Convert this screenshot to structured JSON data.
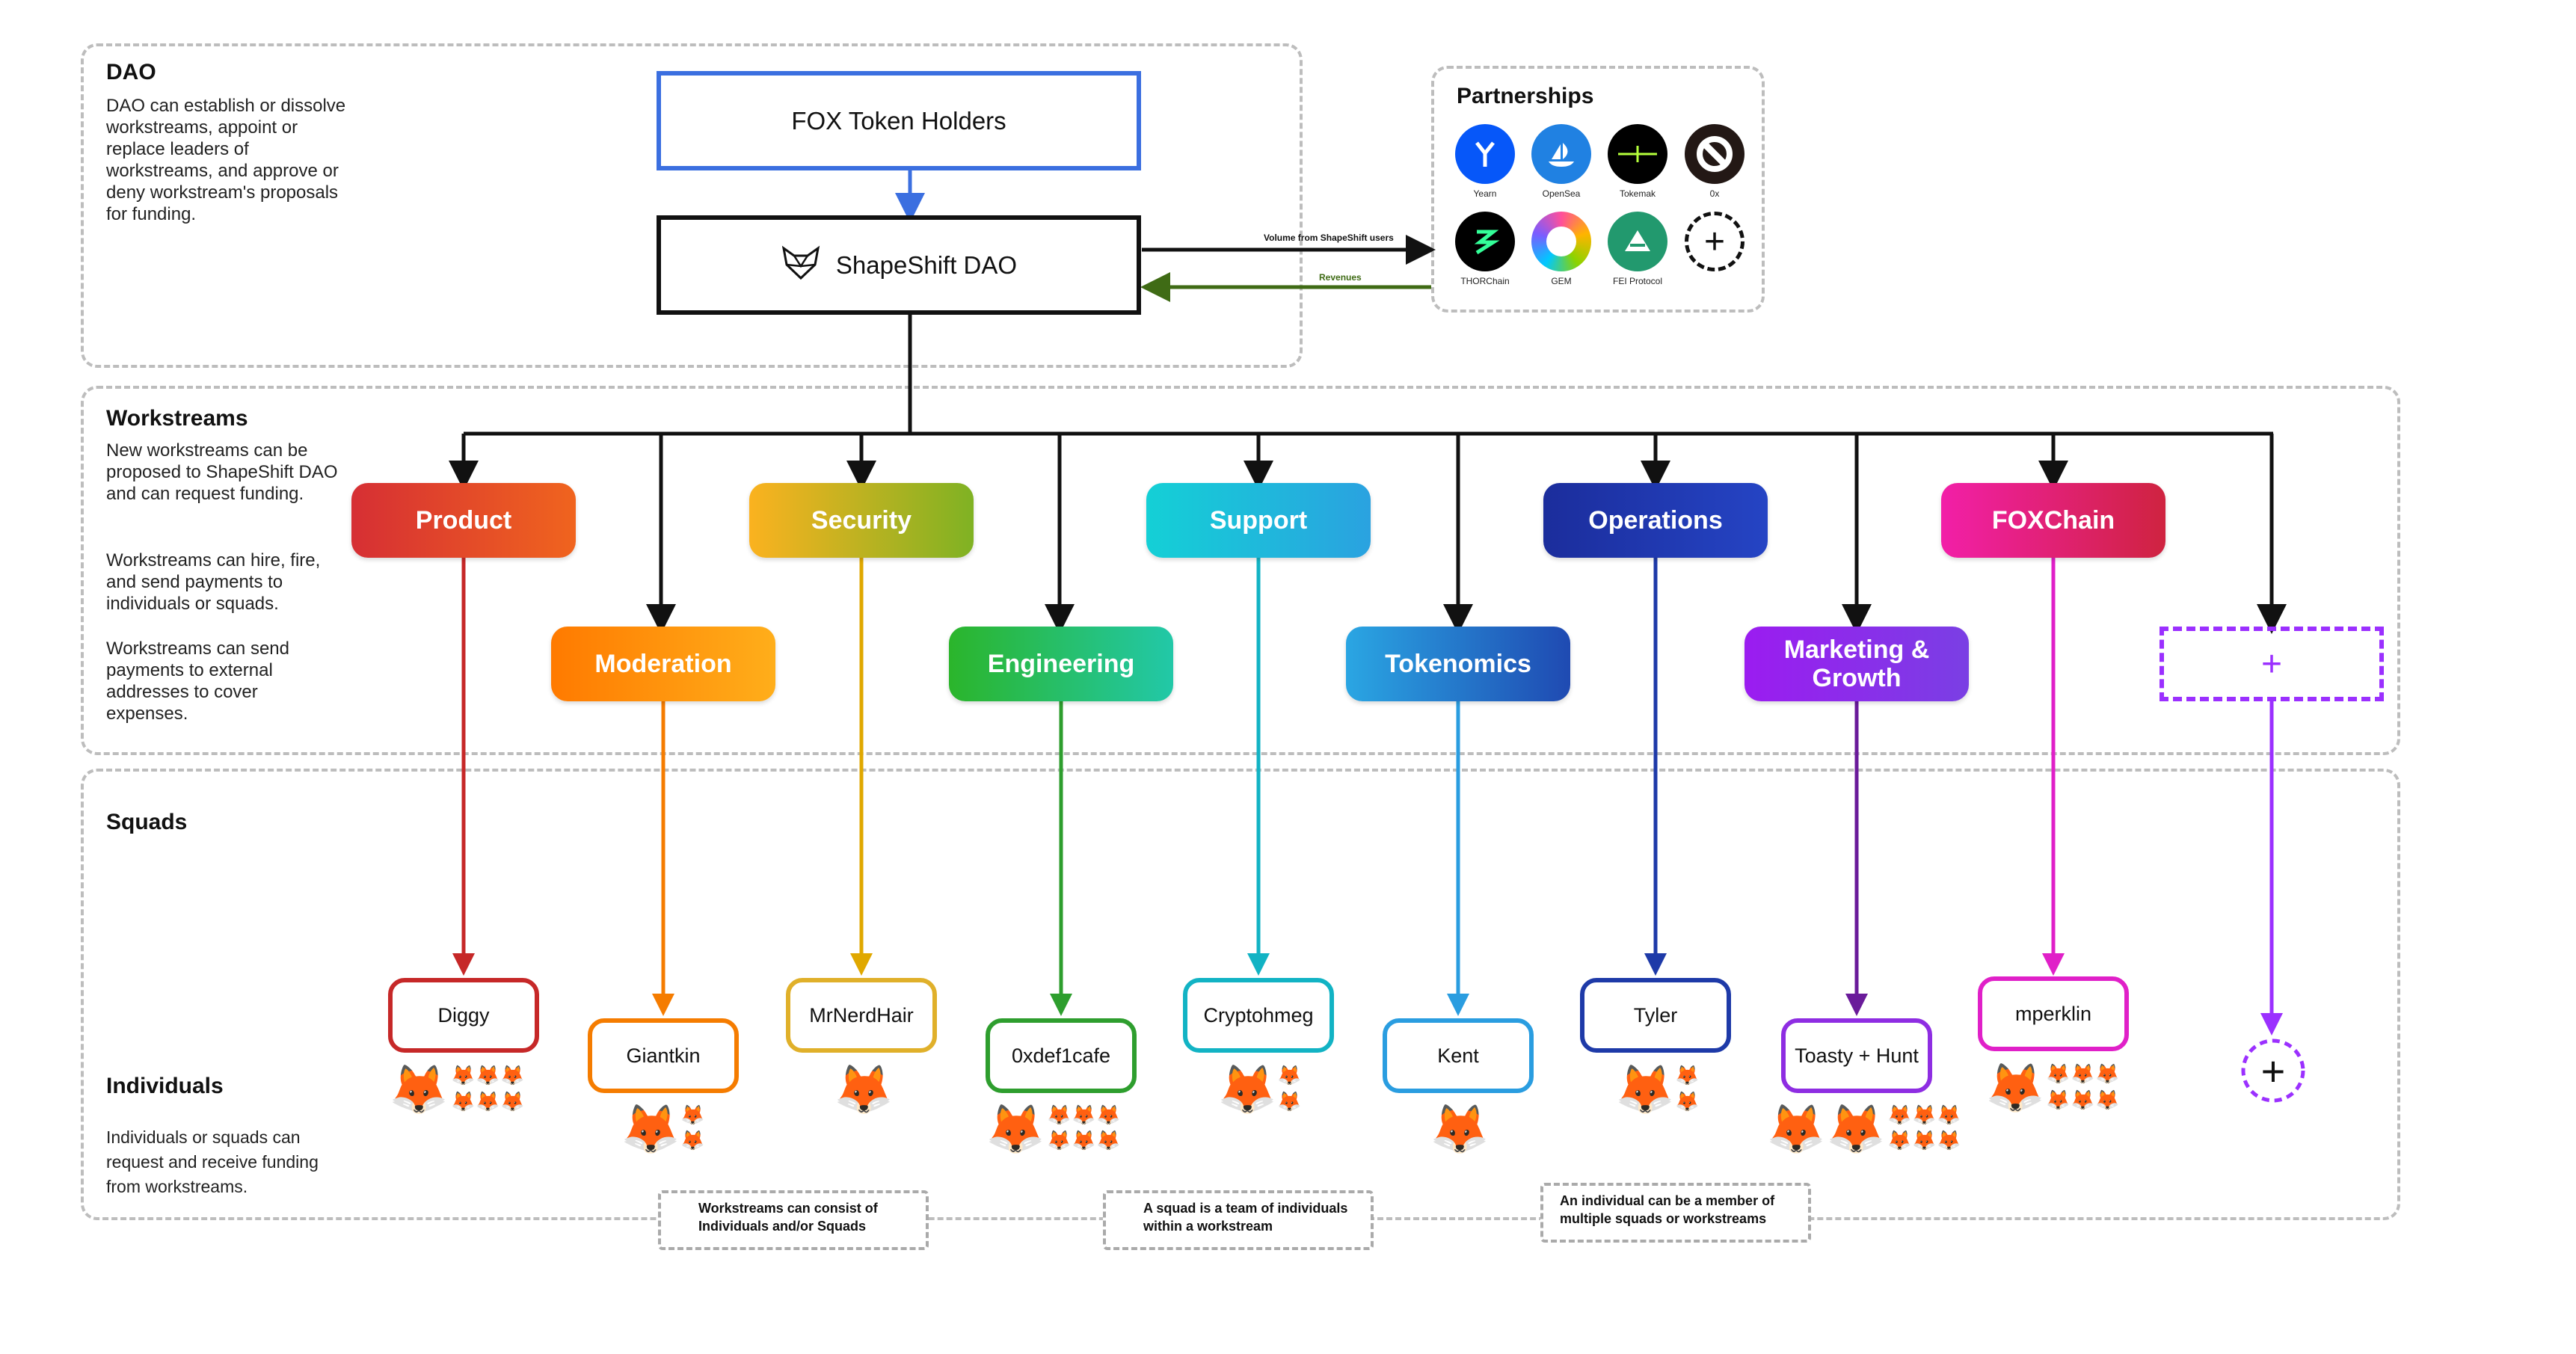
{
  "dao": {
    "title": "DAO",
    "description": "DAO can establish or dissolve workstreams, appoint or replace leaders of workstreams, and approve or deny workstream's proposals for funding.",
    "token_holders": "FOX Token Holders",
    "shapeshift_dao": "ShapeShift DAO"
  },
  "flows": {
    "volume": "Volume from ShapeShift users",
    "revenues": "Revenues"
  },
  "partnerships": {
    "title": "Partnerships",
    "items": [
      {
        "name": "Yearn",
        "icon": "yearn-icon",
        "color": "#0657f9"
      },
      {
        "name": "OpenSea",
        "icon": "opensea-icon",
        "color": "#2081e2"
      },
      {
        "name": "Tokemak",
        "icon": "tokemak-icon",
        "color": "#000000"
      },
      {
        "name": "0x",
        "icon": "0x-icon",
        "color": "#231815"
      },
      {
        "name": "THORChain",
        "icon": "thorchain-icon",
        "color": "#000000"
      },
      {
        "name": "GEM",
        "icon": "gem-icon",
        "color": "#ff4f9a"
      },
      {
        "name": "FEI Protocol",
        "icon": "fei-icon",
        "color": "#22996e"
      }
    ]
  },
  "workstreams": {
    "title": "Workstreams",
    "description_1": "New workstreams can be proposed to ShapeShift DAO and can request funding.",
    "description_2": "Workstreams can hire, fire, and send payments to individuals or squads.",
    "description_3": "Workstreams can send payments to external addresses to cover expenses.",
    "items": [
      {
        "name": "Product",
        "color": "#e53935"
      },
      {
        "name": "Moderation",
        "color": "#ff7a00"
      },
      {
        "name": "Security",
        "color": "#f2b300"
      },
      {
        "name": "Engineering",
        "color": "#36b336"
      },
      {
        "name": "Support",
        "color": "#17c7d9"
      },
      {
        "name": "Tokenomics",
        "color": "#2a9de0"
      },
      {
        "name": "Operations",
        "color": "#1e3aa8"
      },
      {
        "name": "Marketing & Growth",
        "color": "#8e2de2"
      },
      {
        "name": "FOXChain",
        "color": "#ea1e8c"
      }
    ],
    "add_label": "+"
  },
  "squads": {
    "title": "Squads",
    "items": [
      "Diggy",
      "Giantkin",
      "MrNerdHair",
      "0xdef1cafe",
      "Cryptohmeg",
      "Kent",
      "Tyler",
      "Toasty + Hunt",
      "mperklin"
    ],
    "add_label": "+"
  },
  "individuals": {
    "title": "Individuals",
    "description": "Individuals or squads can request and receive funding from workstreams."
  },
  "notes": [
    "Workstreams can consist of Individuals and/or Squads",
    "A squad is a team of individuals within a workstream",
    "An individual can be a member of multiple squads or workstreams"
  ],
  "fox_emoji": "🦊",
  "plus_label": "+"
}
